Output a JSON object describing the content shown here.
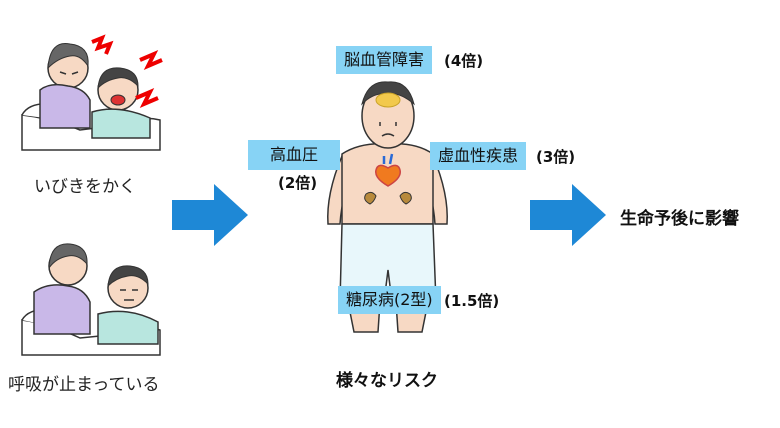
{
  "colors": {
    "arrow": "#1e88d6",
    "label_bg": "#87d3f5"
  },
  "left": {
    "snoring": {
      "caption": "いびきをかく",
      "icon": "snoring-couple-illustration"
    },
    "apnea": {
      "caption": "呼吸が止まっている",
      "icon": "sleep-apnea-couple-illustration"
    }
  },
  "center": {
    "caption": "様々なリスク",
    "risks": {
      "stroke": {
        "label": "脳血管障害",
        "multiplier": "(4倍)"
      },
      "hypertension": {
        "label": "高血圧",
        "multiplier": "(2倍)"
      },
      "heart": {
        "label": "虚血性疾患",
        "multiplier": "(3倍)"
      },
      "diabetes": {
        "label": "糖尿病(2型)",
        "multiplier": "(1.5倍)"
      }
    }
  },
  "right": {
    "outcome": "生命予後に影響"
  }
}
